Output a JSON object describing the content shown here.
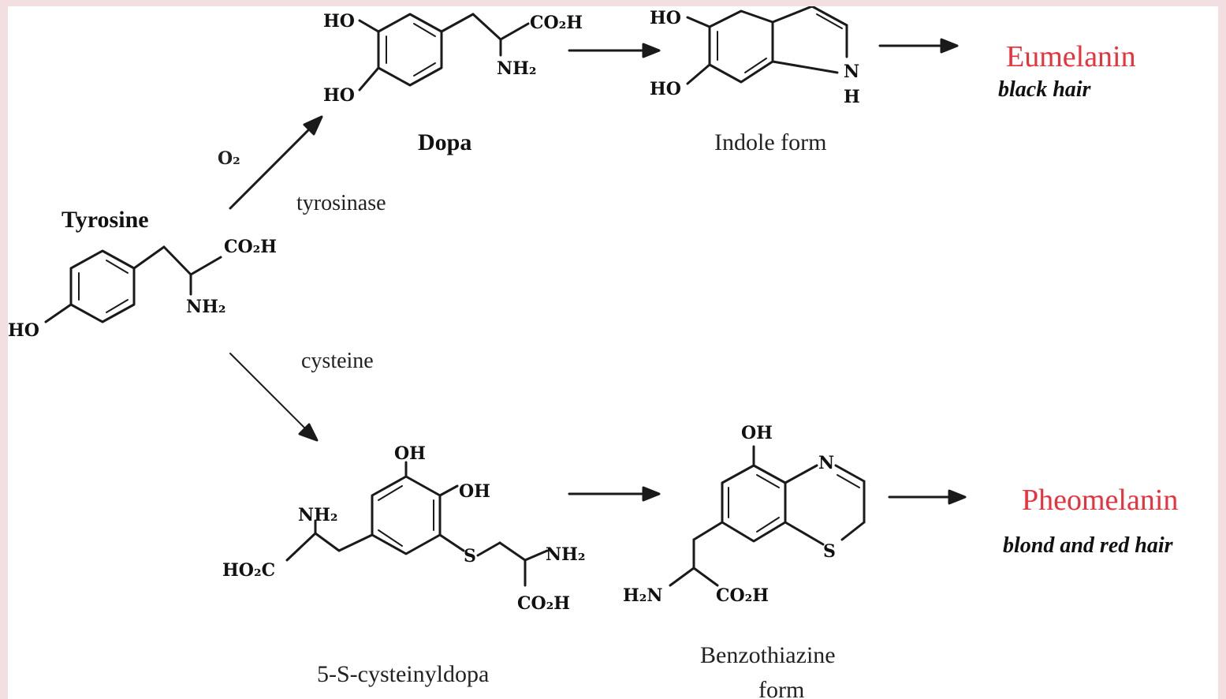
{
  "compounds": {
    "tyrosine": {
      "name": "Tyrosine",
      "oh": "HO",
      "acid": "CO₂H",
      "amine": "NH₂"
    },
    "dopa": {
      "name": "Dopa",
      "oh1": "HO",
      "oh2": "HO",
      "acid": "CO₂H",
      "amine": "NH₂"
    },
    "indole": {
      "name": "Indole   form",
      "oh1": "HO",
      "oh2": "HO",
      "n": "N",
      "h": "H"
    },
    "cysteinyldopa": {
      "name": "5-S-cysteinyldopa",
      "oh1": "OH",
      "oh2": "OH",
      "amine1": "NH₂",
      "acid1": "HO₂C",
      "s": "S",
      "amine2": "NH₂",
      "acid2": "CO₂H"
    },
    "benzothiazine": {
      "name_line1": "Benzothiazine",
      "name_line2": "form",
      "oh": "OH",
      "n": "N",
      "s": "S",
      "amine": "H₂N",
      "acid": "CO₂H"
    }
  },
  "reagents": {
    "oxygen": "O₂",
    "enzyme": "tyrosinase",
    "cysteine": "cysteine"
  },
  "products": {
    "eumelanin": {
      "name": "Eumelanin",
      "description": "black hair",
      "color": "#e8323c"
    },
    "pheomelanin": {
      "name": "Pheomelanin",
      "description": "blond and red hair",
      "color": "#e8323c"
    }
  }
}
